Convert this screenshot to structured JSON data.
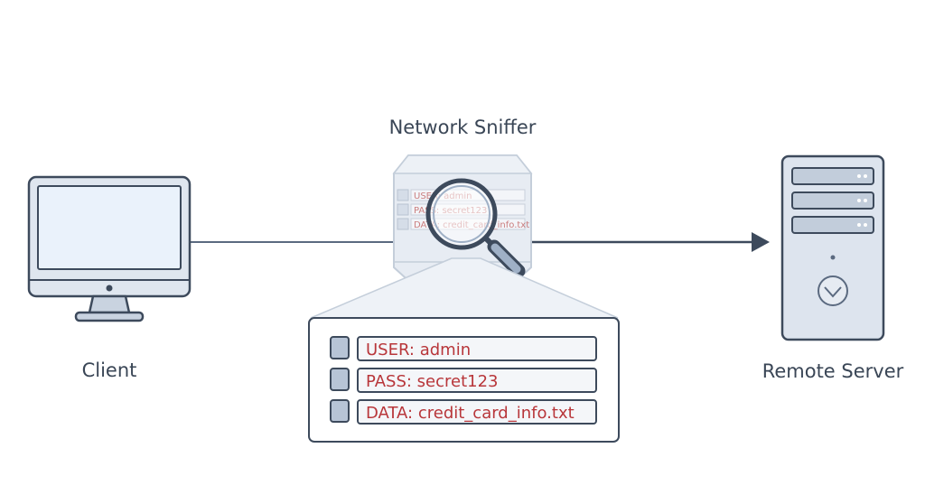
{
  "nodes": {
    "client": {
      "label": "Client"
    },
    "sniffer": {
      "label": "Network Sniffer"
    },
    "server": {
      "label": "Remote Server"
    }
  },
  "captured_packets": [
    {
      "text": "USER: admin"
    },
    {
      "text": "PASS: secret123"
    },
    {
      "text": "DATA: credit_card_info.txt"
    }
  ],
  "colors": {
    "outline": "#3d4a5c",
    "fill_light": "#e9eef5",
    "fill_mid": "#b7c4d6",
    "packet_text": "#b8363a"
  },
  "icons": [
    "monitor-icon",
    "sniffer-device-icon",
    "magnifier-icon",
    "server-tower-icon",
    "arrow-right-icon"
  ]
}
